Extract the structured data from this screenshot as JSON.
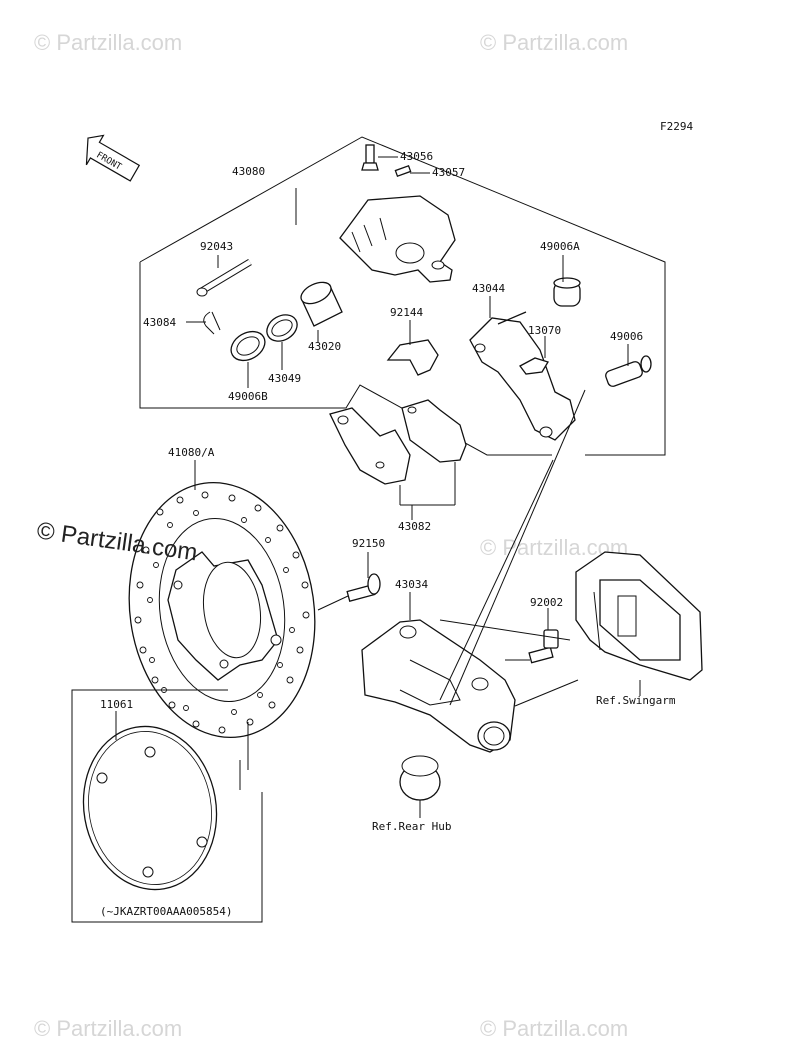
{
  "figure_code": "F2294",
  "front_arrow_text": "FRONT",
  "watermarks": {
    "faint": "© Partzilla.com",
    "dark": "© Partzilla.com"
  },
  "callouts": {
    "p43080": "43080",
    "p43056": "43056",
    "p43057": "43057",
    "p92043": "92043",
    "p43084": "43084",
    "p43020": "43020",
    "p43049": "43049",
    "p49006B": "49006B",
    "p49006A": "49006A",
    "p43044": "43044",
    "p92144": "92144",
    "p13070": "13070",
    "p49006": "49006",
    "p43082": "43082",
    "p41080A": "41080/A",
    "p92150": "92150",
    "p43034": "43034",
    "p92002": "92002",
    "p11061": "11061"
  },
  "references": {
    "swingarm": "Ref.Swingarm",
    "rear_hub": "Ref.Rear Hub"
  },
  "serial_note": "(~JKAZRT00AAA005854)"
}
